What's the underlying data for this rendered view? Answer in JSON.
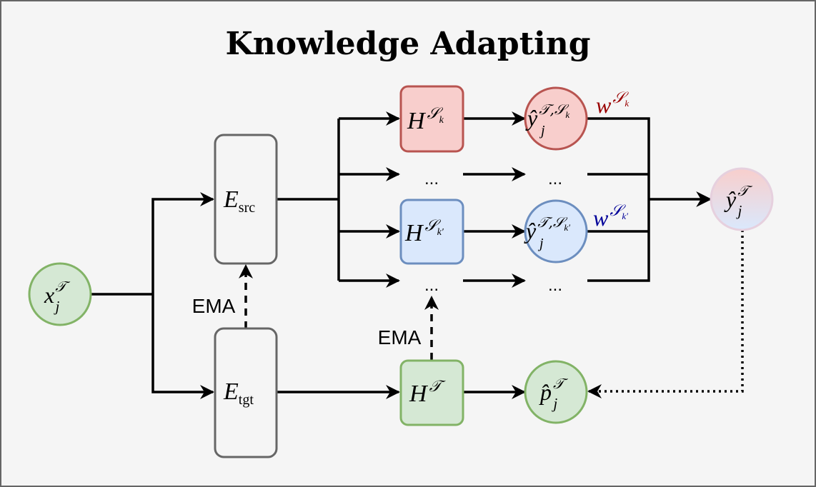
{
  "title": "Knowledge Adapting",
  "colors": {
    "background": "#f5f5f5",
    "border": "#666666",
    "red_fill": "#f8cecc",
    "red_stroke": "#b85450",
    "blue_fill": "#dae8fc",
    "blue_stroke": "#6c8ebf",
    "green_fill": "#d5e8d4",
    "green_stroke": "#82b366",
    "gray_stroke": "#666666",
    "weight_red": "#990000",
    "weight_blue": "#000099"
  },
  "nodes": {
    "input": {
      "base": "x",
      "sub": "j",
      "sup": "𝒯"
    },
    "encoder_src": {
      "base": "E",
      "sub": "src"
    },
    "encoder_tgt": {
      "base": "E",
      "sub": "tgt"
    },
    "head_k": {
      "base": "H",
      "sup": "𝒮",
      "supsub": "k"
    },
    "head_kprime": {
      "base": "H",
      "sup": "𝒮",
      "supsub": "k′"
    },
    "head_target": {
      "base": "H",
      "sup": "𝒯"
    },
    "pred_k": {
      "base": "ŷ",
      "sub": "j",
      "sup": "𝒯,𝒮",
      "supsub": "k"
    },
    "pred_kprime": {
      "base": "ŷ",
      "sub": "j",
      "sup": "𝒯,𝒮",
      "supsub": "k′"
    },
    "pred_ensemble": {
      "base": "ŷ",
      "sub": "j",
      "sup": "𝒯"
    },
    "pseudo_label": {
      "base": "p̂",
      "sub": "j",
      "sup": "𝒯"
    },
    "weight_k": {
      "base": "w",
      "sup": "𝒮",
      "supsub": "k"
    },
    "weight_kprime": {
      "base": "w",
      "sup": "𝒮",
      "supsub": "k′"
    }
  },
  "labels": {
    "ema_encoder": "EMA",
    "ema_head": "EMA",
    "ellipsis_head_row2": "...",
    "ellipsis_pred_row2": "...",
    "ellipsis_head_row4": "...",
    "ellipsis_pred_row4": "..."
  }
}
